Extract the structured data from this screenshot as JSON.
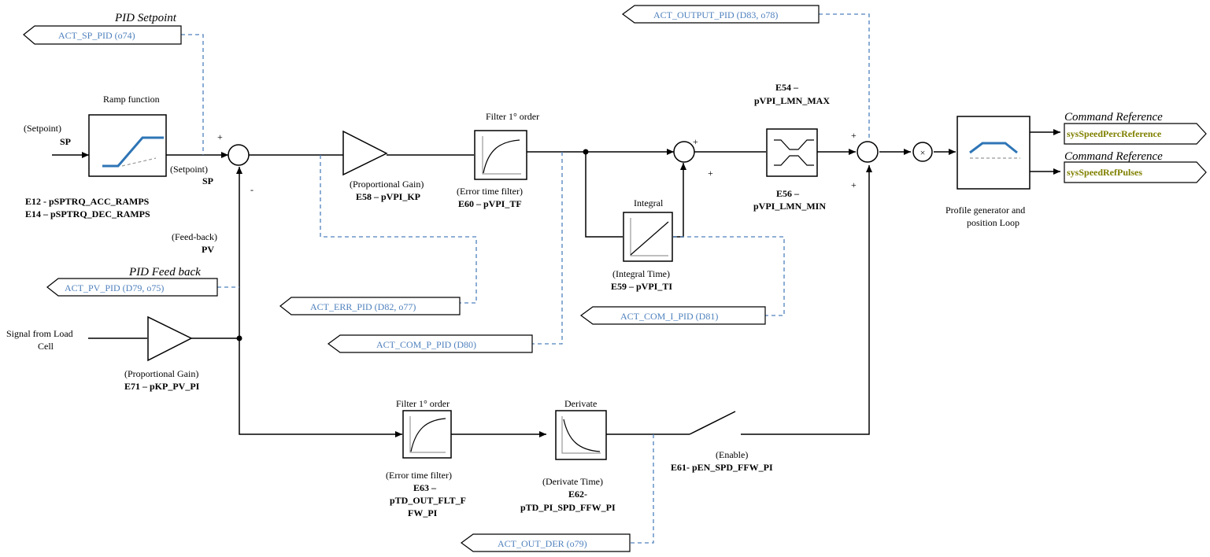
{
  "labels": {
    "pid_setpoint": "PID Setpoint",
    "ramp_function": "Ramp function",
    "setpoint_in": "(Setpoint)",
    "sp_in": "SP",
    "e12": "E12 - pSPTRQ_ACC_RAMPS",
    "e14": "E14 – pSPTRQ_DEC_RAMPS",
    "setpoint_out": "(Setpoint)",
    "sp_out": "SP",
    "feedback": "(Feed-back)",
    "pv": "PV",
    "pid_feedback": "PID Feed back",
    "signal_load_1": "Signal from Load",
    "signal_load_2": "Cell",
    "prop_gain_pv": "(Proportional Gain)",
    "e71": "E71 – pKP_PV_PI",
    "prop_gain": "(Proportional Gain)",
    "e58": "E58 – pVPI_KP",
    "filter1": "Filter 1° order",
    "err_filter": "(Error time filter)",
    "e60": "E60 – pVPI_TF",
    "integral": "Integral",
    "integral_time": "(Integral Time)",
    "e59": "E59 – pVPI_TI",
    "e54_1": "E54 –",
    "e54_2": "pVPI_LMN_MAX",
    "e56_1": "E56 –",
    "e56_2": "pVPI_LMN_MIN",
    "profile_1": "Profile generator and",
    "profile_2": "position Loop",
    "cmd_ref_1": "Command Reference",
    "cmd_ref_2": "Command Reference",
    "filter2": "Filter 1° order",
    "derivate": "Derivate",
    "err_filter2": "(Error time filter)",
    "e63_1": "E63 –",
    "e63_2": "pTD_OUT_FLT_F",
    "e63_3": "FW_PI",
    "deriv_time": "(Derivate Time)",
    "e62_1": "E62-",
    "e62_2": "pTD_PI_SPD_FFW_PI",
    "enable": "(Enable)",
    "e61": "E61- pEN_SPD_FFW_PI",
    "plus": "+",
    "minus": "-",
    "mult": "×"
  },
  "tags": {
    "act_sp": "ACT_SP_PID (o74)",
    "act_output": "ACT_OUTPUT_PID (D83, o78)",
    "act_pv": "ACT_PV_PID (D79, o75)",
    "act_err": "ACT_ERR_PID (D82, o77)",
    "act_com_p": "ACT_COM_P_PID (D80)",
    "act_com_i": "ACT_COM_I_PID (D81)",
    "act_out_der": "ACT_OUT_DER (o79)"
  },
  "outputs": {
    "perc": "sysSpeedPercReference",
    "pulses": "sysSpeedRefPulses"
  },
  "colors": {
    "signal_tag_text": "#4f81bd",
    "dashed_link": "#4f81bd",
    "output_text": "#808000",
    "ramp_curve": "#2e75b6"
  }
}
